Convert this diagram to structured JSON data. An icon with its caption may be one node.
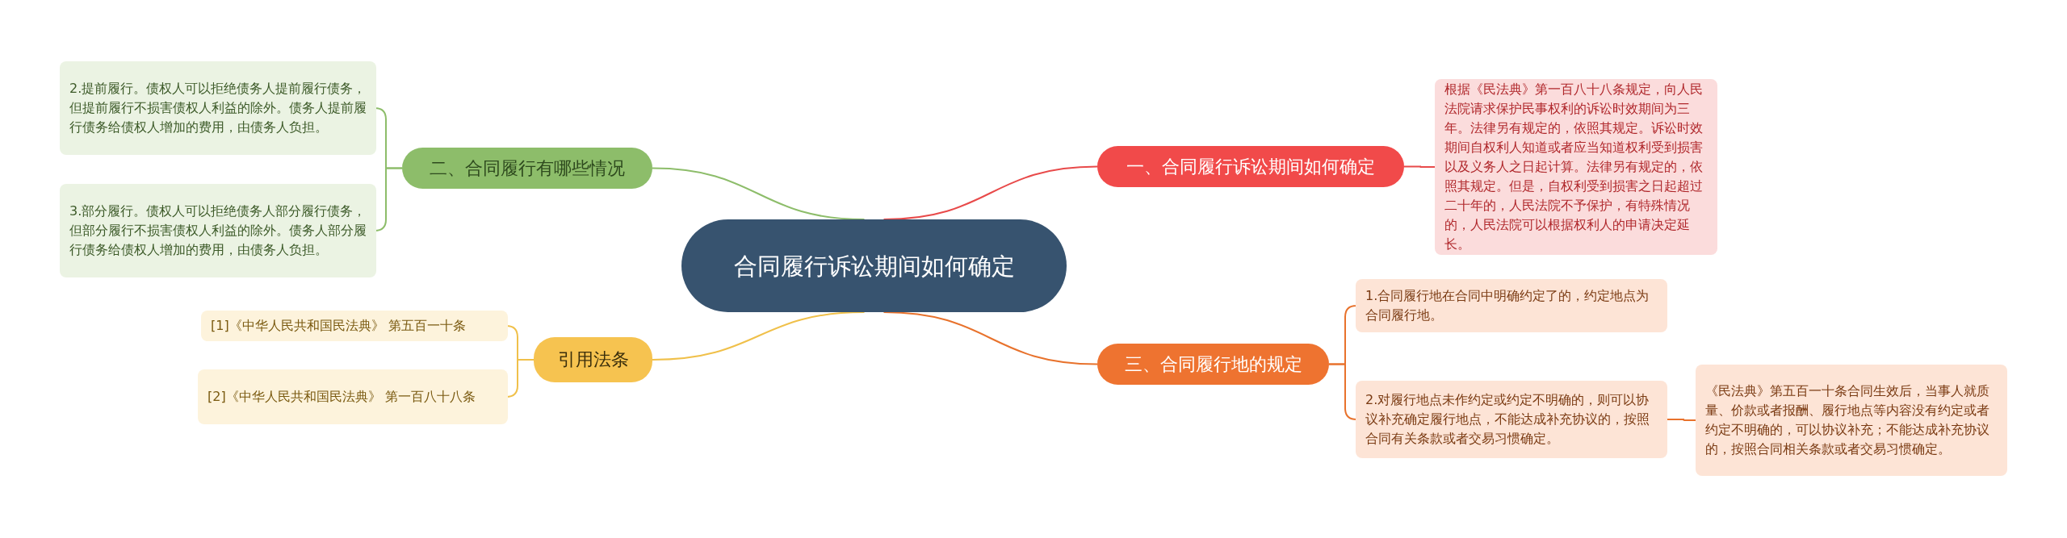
{
  "diagram": {
    "nodes": [
      {
        "text": [
          "合同履行诉讼期间如何确定"
        ]
      },
      {
        "text": [
          "一、合同履行诉讼期间如何确定"
        ]
      },
      {
        "text": [
          "根据《民法典》第一百八十八条规定，向人民法院请求保护民事权利的诉讼时效期间为三年。法律另有规定的，依照其规定。诉讼时效期间自权利人知道或者应当知道权利受到损害以及义务人之日起计算。法律另有规定的，依照其规定。但是，自权利受到损害之日起超过二十年的，人民法院不予保护，有特殊情况的，人民法院可以根据权利人的申请决定延长。"
        ]
      },
      {
        "text": [
          "二、合同履行有哪些情况"
        ]
      },
      {
        "text": [
          "2.提前履行。债权人可以拒绝债务人提前履行债务，但提前履行不损害债权人利益的除外。债务人提前履行债务给债权人增加的费用，由债务人负担。"
        ]
      },
      {
        "text": [
          "3.部分履行。债权人可以拒绝债务人部分履行债务，但部分履行不损害债权人利益的除外。债务人部分履行债务给债权人增加的费用，由债务人负担。"
        ]
      },
      {
        "text": [
          "三、合同履行地的规定"
        ]
      },
      {
        "text": [
          "1.合同履行地在合同中明确约定了的，约定地点为合同履行地。"
        ]
      },
      {
        "text": [
          "2.对履行地点未作约定或约定不明确的，则可以协议补充确定履行地点，不能达成补充协议的，按照合同有关条款或者交易习惯确定。"
        ]
      },
      {
        "text": [
          "《民法典》第五百一十条合同生效后，当事人就质量、价款或者报酬、履行地点等内容没有约定或者约定不明确的，可以协议补充；不能达成补充协议的，按照合同相关条款或者交易习惯确定。"
        ]
      },
      {
        "text": [
          "引用法条"
        ]
      },
      {
        "text": [
          "[1]《中华人民共和国民法典》 第五百一十条"
        ]
      },
      {
        "text": [
          "[2]《中华人民共和国民法典》 第一百八十八条"
        ]
      }
    ],
    "edges": [
      {
        "from": 0,
        "to": 1,
        "arrow": "none",
        "color": "#e84a4a"
      },
      {
        "from": 1,
        "to": 2,
        "arrow": "none",
        "color": "#e84a4a"
      },
      {
        "from": 0,
        "to": 3,
        "arrow": "none",
        "color": "#8dbd6a"
      },
      {
        "from": 3,
        "to": 4,
        "arrow": "none",
        "color": "#8dbd6a"
      },
      {
        "from": 3,
        "to": 5,
        "arrow": "none",
        "color": "#8dbd6a"
      },
      {
        "from": 0,
        "to": 6,
        "arrow": "none",
        "color": "#e8722c"
      },
      {
        "from": 6,
        "to": 7,
        "arrow": "none",
        "color": "#e8722c"
      },
      {
        "from": 6,
        "to": 8,
        "arrow": "none",
        "color": "#e8722c"
      },
      {
        "from": 8,
        "to": 9,
        "arrow": "none",
        "color": "#e8722c"
      },
      {
        "from": 0,
        "to": 10,
        "arrow": "none",
        "color": "#f0c04a"
      },
      {
        "from": 10,
        "to": 11,
        "arrow": "none",
        "color": "#f0c04a"
      },
      {
        "from": 10,
        "to": 12,
        "arrow": "none",
        "color": "#f0c04a"
      }
    ]
  }
}
